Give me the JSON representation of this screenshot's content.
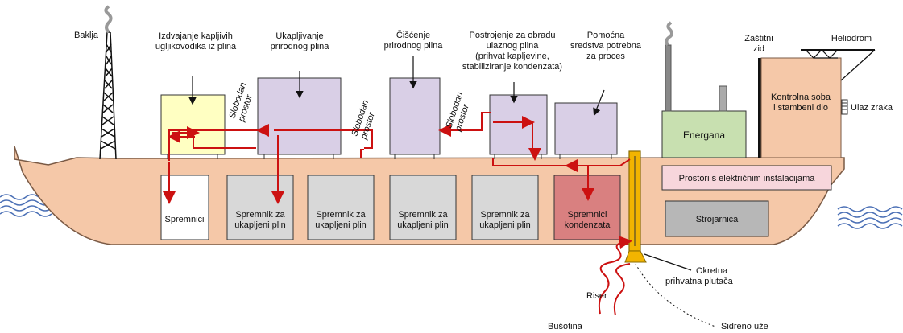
{
  "labels": {
    "baklja": "Baklja",
    "izdvajanje_1": "Izdvajanje kapljivih",
    "izdvajanje_2": "ugljikovodika iz plina",
    "ukapljivanje_1": "Ukapljivanje",
    "ukapljivanje_2": "prirodnog plina",
    "ciscenje_1": "Čišćenje",
    "ciscenje_2": "prirodnog plina",
    "postrojenje_1": "Postrojenje za obradu",
    "postrojenje_2": "ulaznog plina",
    "postrojenje_3": "(prihvat kapljevine,",
    "postrojenje_4": "stabiliziranje kondenzata)",
    "pomocna_1": "Pomoćna",
    "pomocna_2": "sredstva potrebna",
    "pomocna_3": "za proces",
    "zastitni_1": "Zaštitni",
    "zastitni_2": "zid",
    "heliodrom": "Heliodrom",
    "slobodan": "Slobodan",
    "prostor": "prostor",
    "kontrolna_1": "Kontrolna soba",
    "kontrolna_2": "i stambeni dio",
    "ulaz_zraka": "Ulaz zraka",
    "energana": "Energana",
    "prostori_el": "Prostori s električnim instalacijama",
    "strojarnica": "Strojarnica",
    "spremnici": "Spremnici",
    "spremnik_1": "Spremnik za",
    "spremnik_2": "ukapljeni plin",
    "spremnici_kond_1": "Spremnici",
    "spremnici_kond_2": "kondenzata",
    "okretna_1": "Okretna",
    "okretna_2": "prihvatna plutača",
    "riser": "Riser",
    "busotina": "Bušotina",
    "sidreno": "Sidreno uže"
  },
  "colors": {
    "hull": "#f5c8a8",
    "hull_stroke": "#7a5a45",
    "separator": "#ffffc2",
    "process": "#d9cfe6",
    "tank": "#d8d8d8",
    "condensate": "#d98080",
    "energana": "#c8e0b0",
    "electrical": "#f7d6dc",
    "machine": "#b7b7b7",
    "buoy": "#f2b400",
    "pipe": "#cc1111",
    "water": "#4a6fb5"
  }
}
